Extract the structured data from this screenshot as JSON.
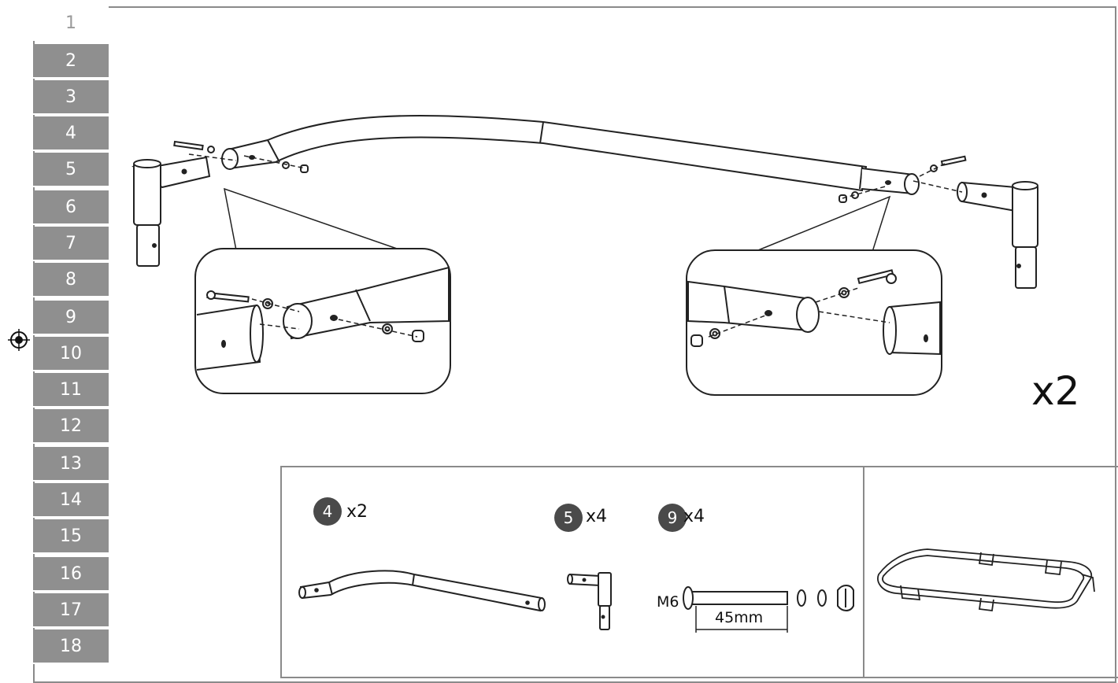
{
  "sidebar": {
    "steps": [
      "1",
      "2",
      "3",
      "4",
      "5",
      "6",
      "7",
      "8",
      "9",
      "10",
      "11",
      "12",
      "13",
      "14",
      "15",
      "16",
      "17",
      "18"
    ],
    "active_step": "1"
  },
  "main": {
    "quantity_label": "x2"
  },
  "parts": {
    "items": [
      {
        "badge": "4",
        "qty": "x2"
      },
      {
        "badge": "5",
        "qty": "x4"
      },
      {
        "badge": "9",
        "qty": "x4"
      }
    ],
    "bolt_size": "M6",
    "bolt_length": "45mm"
  },
  "colors": {
    "sidebar_fill": "#8f8f8f",
    "badge_fill": "#4a4a4a",
    "frame_line": "#8a8a8a"
  }
}
